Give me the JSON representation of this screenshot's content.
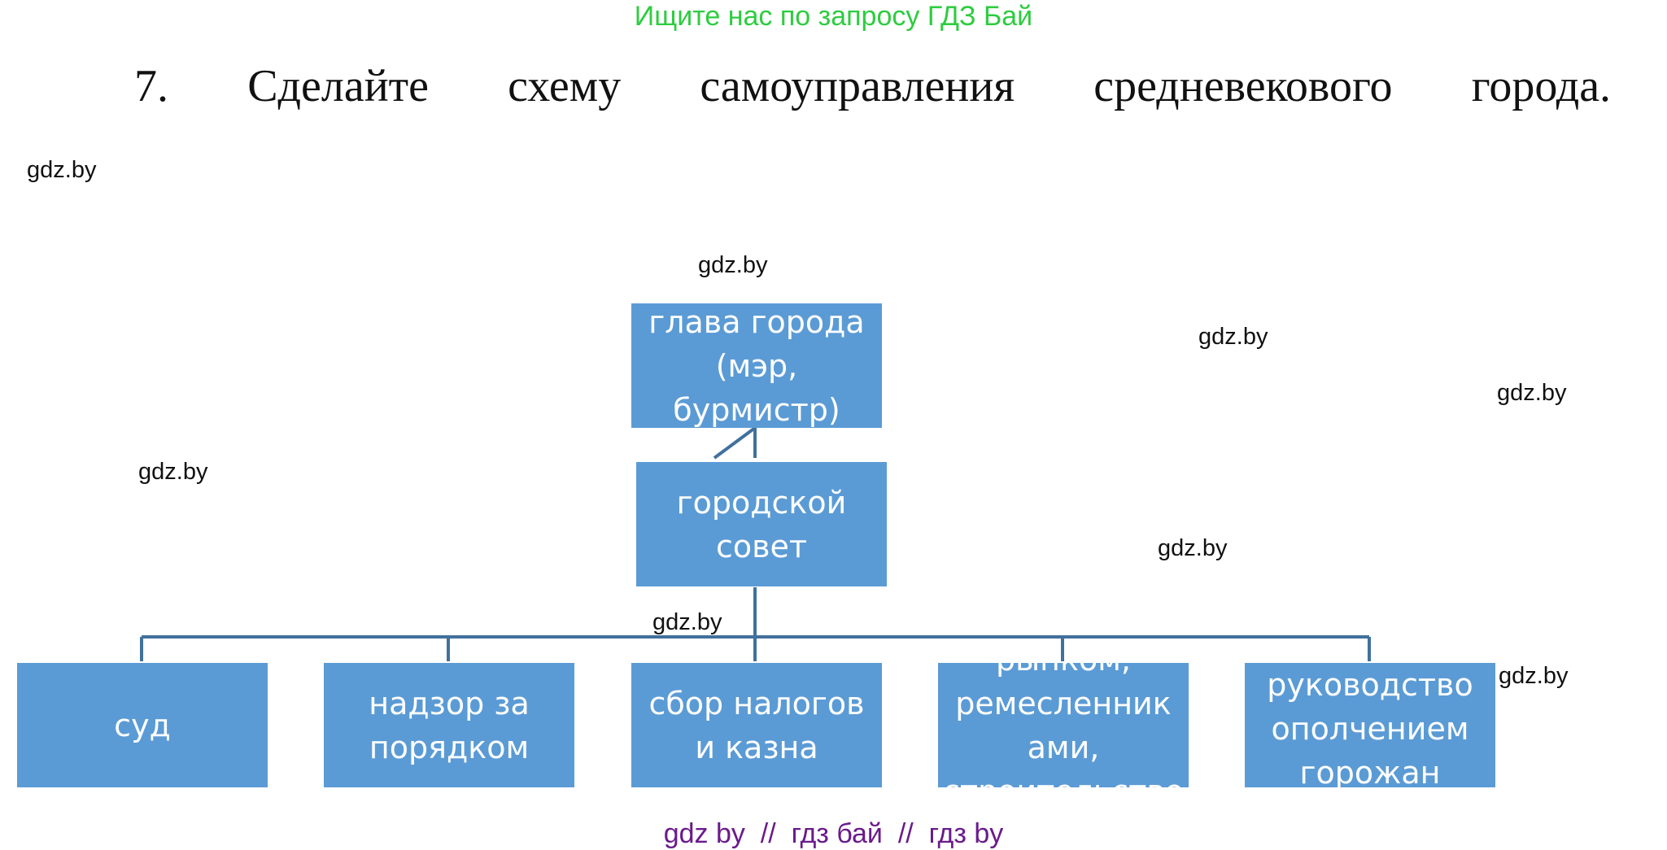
{
  "banner": "Ищите нас по запросу ГДЗ Бай",
  "task": {
    "words": [
      "7.",
      "Сделайте",
      "схему",
      "самоуправления",
      "средневекового",
      "города."
    ]
  },
  "watermarks": [
    "gdz.by",
    "gdz.by",
    "gdz.by",
    "gdz.by",
    "gdz.by",
    "gdz.by",
    "gdz.by",
    "gdz.by"
  ],
  "diagram": {
    "head": "глава города\n(мэр,\nбурмистр)",
    "council": "городской\nсовет",
    "branches": [
      "суд",
      "надзор за\nпорядком",
      "сбор налогов\nи казна",
      "рынком,\nремесленник\nами,\nстроительство",
      "руководство\nополчением\nгорожан"
    ]
  },
  "footer": "gdz by  //  гдз бай  //  гдз by",
  "colors": {
    "box_fill": "#5b9bd5",
    "connector": "#41719c",
    "banner": "#2ecc40",
    "footer": "#6a1b8a"
  }
}
